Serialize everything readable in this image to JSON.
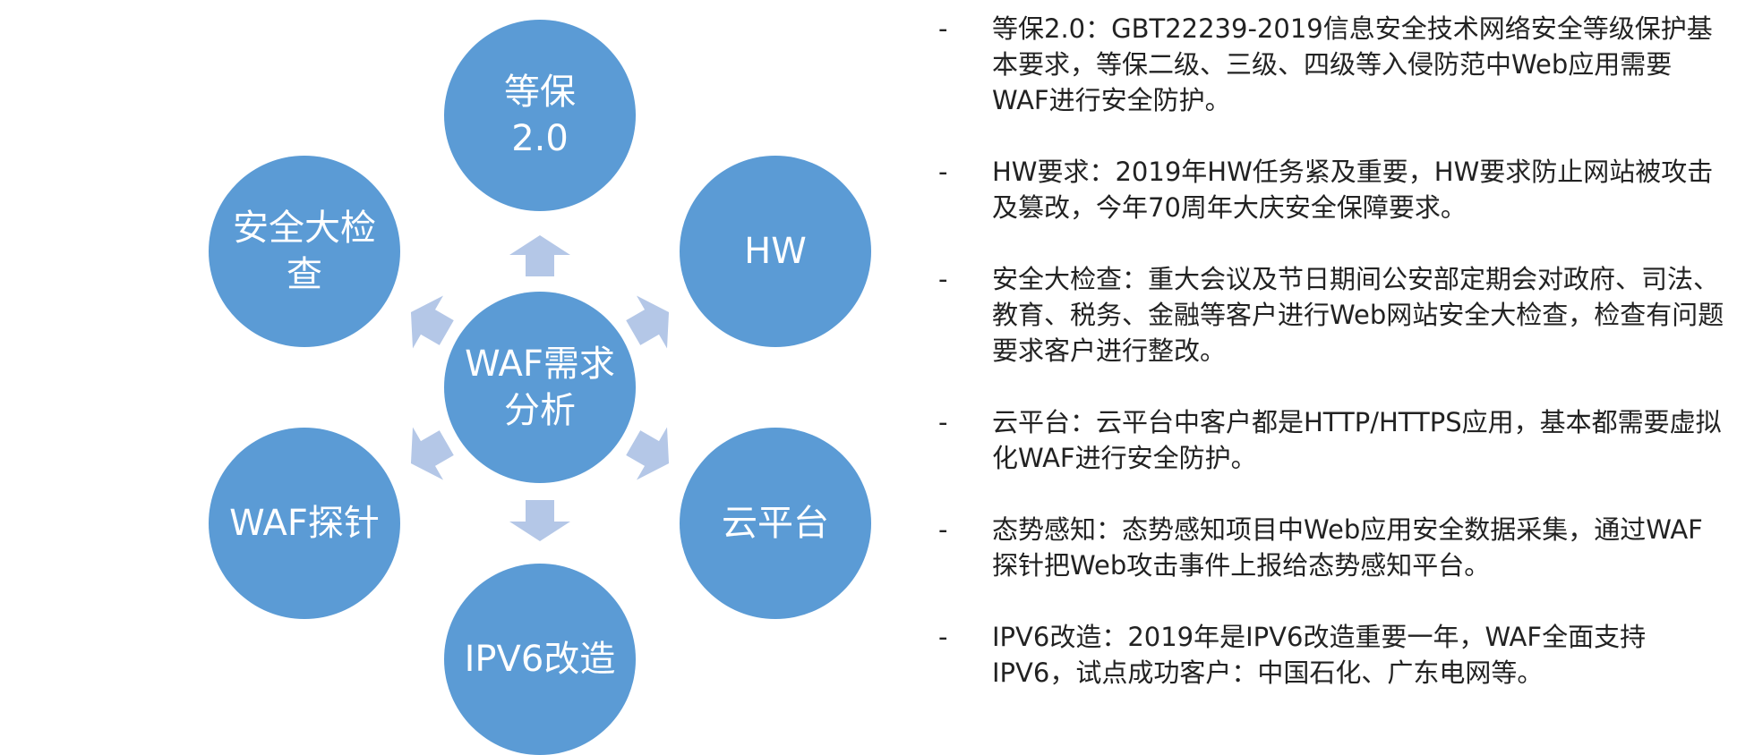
{
  "diagram": {
    "center": "WAF需求分析",
    "nodes": {
      "top": "等保\n2.0",
      "upper_right": "HW",
      "lower_right": "云平台",
      "bottom": "IPV6改造",
      "lower_left": "WAF探针",
      "upper_left": "安全大检查"
    },
    "colors": {
      "circle": "#5b9bd5",
      "arrow": "#b4c7e7"
    }
  },
  "bullets": {
    "marker": "-",
    "items": [
      "等保2.0：GBT22239-2019信息安全技术网络安全等级保护基本要求，等保二级、三级、四级等入侵防范中Web应用需要WAF进行安全防护。",
      "HW要求：2019年HW任务紧及重要，HW要求防止网站被攻击及篡改，今年70周年大庆安全保障要求。",
      "安全大检查：重大会议及节日期间公安部定期会对政府、司法、教育、税务、金融等客户进行Web网站安全大检查，检查有问题要求客户进行整改。",
      "云平台：云平台中客户都是HTTP/HTTPS应用，基本都需要虚拟化WAF进行安全防护。",
      "态势感知：态势感知项目中Web应用安全数据采集，通过WAF探针把Web攻击事件上报给态势感知平台。",
      "IPV6改造：2019年是IPV6改造重要一年，WAF全面支持IPV6，试点成功客户：中国石化、广东电网等。"
    ]
  }
}
